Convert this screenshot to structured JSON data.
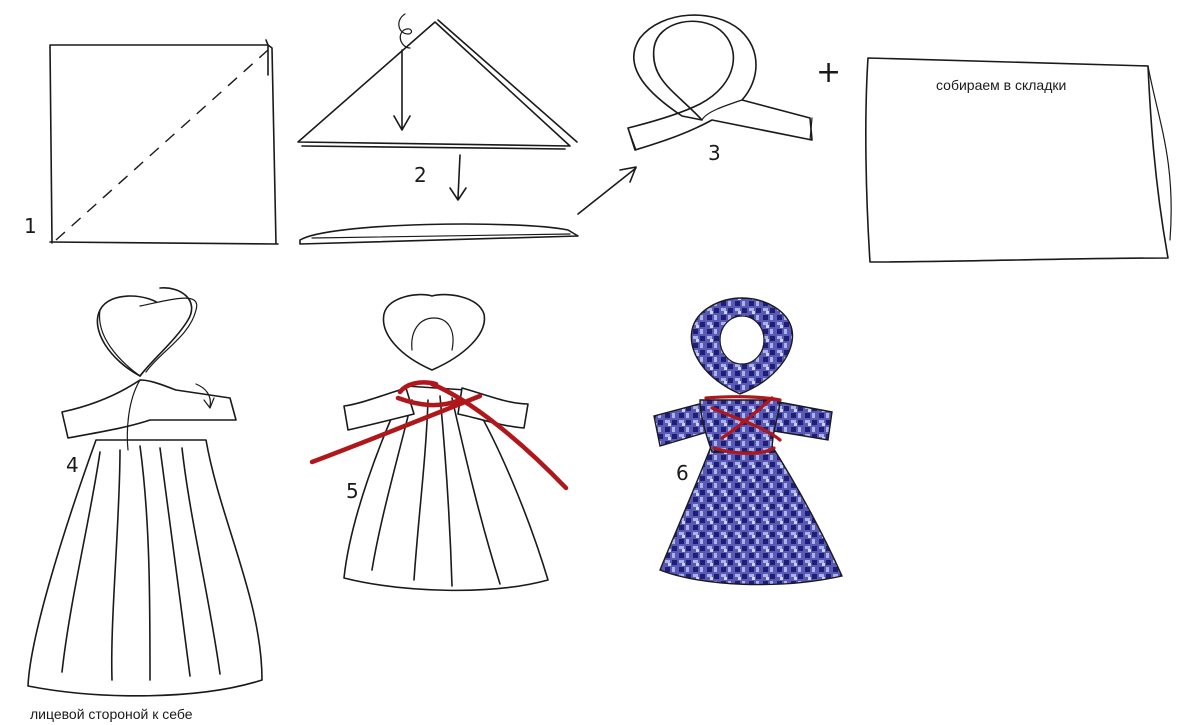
{
  "steps": [
    {
      "number": "1"
    },
    {
      "number": "2"
    },
    {
      "number": "3"
    },
    {
      "number": "4"
    },
    {
      "number": "5"
    },
    {
      "number": "6"
    }
  ],
  "notes": {
    "pleats": "собираем в складки",
    "face_toward": "лицевой стороной к себе"
  },
  "plus_sign": "+",
  "colors": {
    "ink": "#1a1a1a",
    "thread": "#b0171b",
    "fabric_base": "#5a5ab4",
    "fabric_dark": "#1e1e78",
    "fabric_light": "#a8b4e8"
  }
}
